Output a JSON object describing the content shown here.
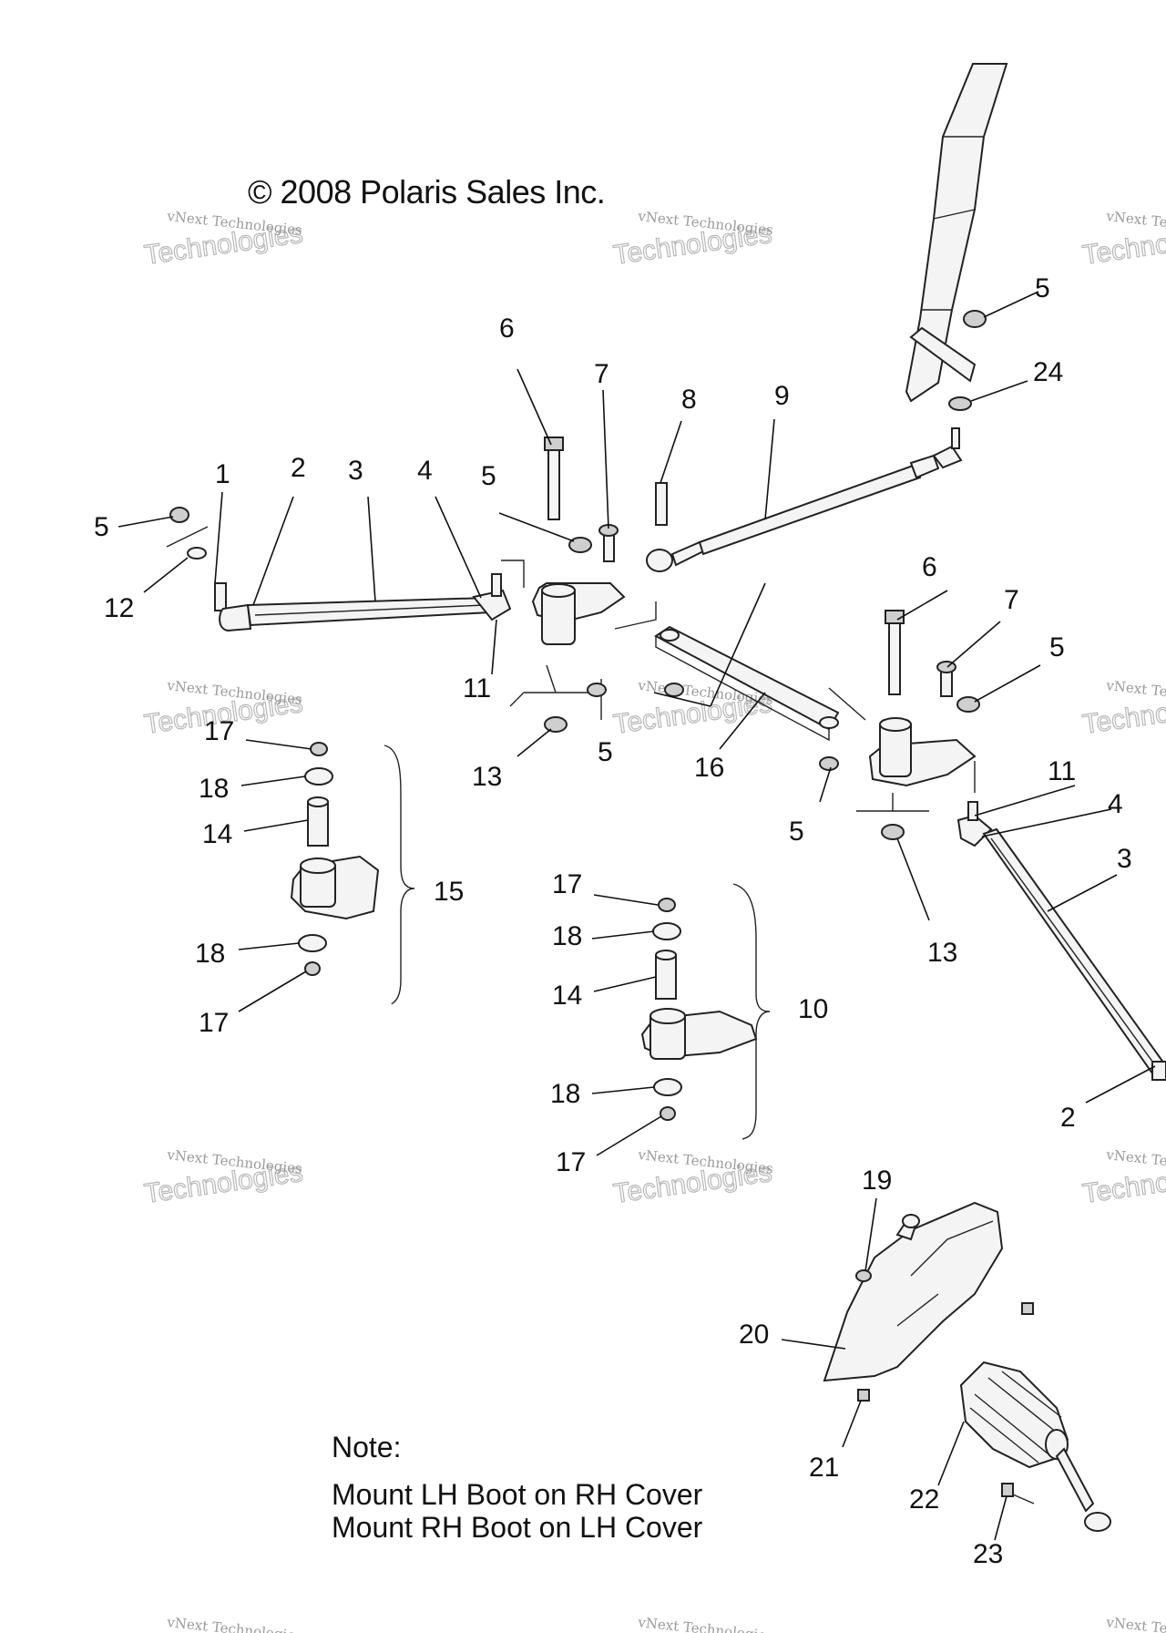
{
  "copyright": "© 2008 Polaris Sales Inc.",
  "watermark": {
    "line1": "vNext Technologies",
    "line2": "Technologies"
  },
  "note": {
    "heading": "Note:",
    "lines": [
      "Mount LH Boot on RH Cover",
      "Mount RH Boot on LH Cover"
    ]
  },
  "callouts": {
    "c1": "1",
    "c2": "2",
    "c2b": "2",
    "c3": "3",
    "c3b": "3",
    "c4": "4",
    "c4b": "4",
    "c5a": "5",
    "c5b": "5",
    "c5c": "5",
    "c5d": "5",
    "c5e": "5",
    "c5f": "5",
    "c6": "6",
    "c6b": "6",
    "c7": "7",
    "c7b": "7",
    "c8": "8",
    "c9": "9",
    "c10": "10",
    "c11": "11",
    "c11b": "11",
    "c12": "12",
    "c13": "13",
    "c13b": "13",
    "c14": "14",
    "c14b": "14",
    "c15": "15",
    "c16": "16",
    "c17a": "17",
    "c17b": "17",
    "c17c": "17",
    "c17d": "17",
    "c18a": "18",
    "c18b": "18",
    "c18c": "18",
    "c18d": "18",
    "c19": "19",
    "c20": "20",
    "c21": "21",
    "c22": "22",
    "c23": "23",
    "c24": "24"
  }
}
